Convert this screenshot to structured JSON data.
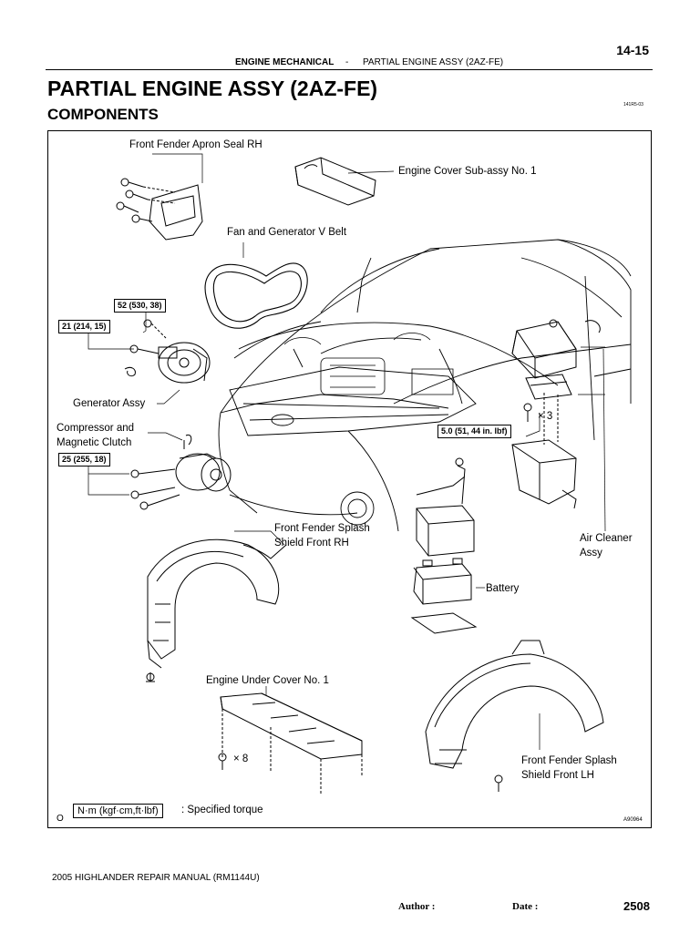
{
  "header": {
    "page_number": "14-15",
    "section": "ENGINE MECHANICAL",
    "separator": "-",
    "subsection": "PARTIAL ENGINE ASSY (2AZ-FE)"
  },
  "title": "PARTIAL ENGINE ASSY (2AZ-FE)",
  "subtitle": "COMPONENTS",
  "doc_code": "141R5-03",
  "labels": {
    "fender_apron_seal": "Front Fender Apron Seal RH",
    "engine_cover": "Engine Cover Sub-assy No. 1",
    "fan_belt": "Fan and Generator V Belt",
    "generator": "Generator Assy",
    "compressor_1": "Compressor and",
    "compressor_2": "Magnetic Clutch",
    "splash_rh_1": "Front Fender Splash",
    "splash_rh_2": "Shield Front RH",
    "air_cleaner_1": "Air Cleaner",
    "air_cleaner_2": "Assy",
    "battery": "Battery",
    "under_cover": "Engine Under Cover No. 1",
    "splash_lh_1": "Front Fender Splash",
    "splash_lh_2": "Shield Front LH"
  },
  "torques": {
    "t52": "52 (530,  38)",
    "t21": "21 (214, 15)",
    "t25": "25 (255, 18)",
    "t5": "5.0 (51, 44 in. lbf)"
  },
  "quantities": {
    "x3": "× 3",
    "x8": "× 8"
  },
  "legend": {
    "unit": "N·m (kgf·cm,ft·lbf)",
    "description": ": Specified torque",
    "mark": "O"
  },
  "figure_id": "A90964",
  "footer": {
    "manual": "2005 HIGHLANDER REPAIR MANUAL   (RM1144U)",
    "author": "Author :",
    "date": "Date :",
    "page": "2508"
  }
}
